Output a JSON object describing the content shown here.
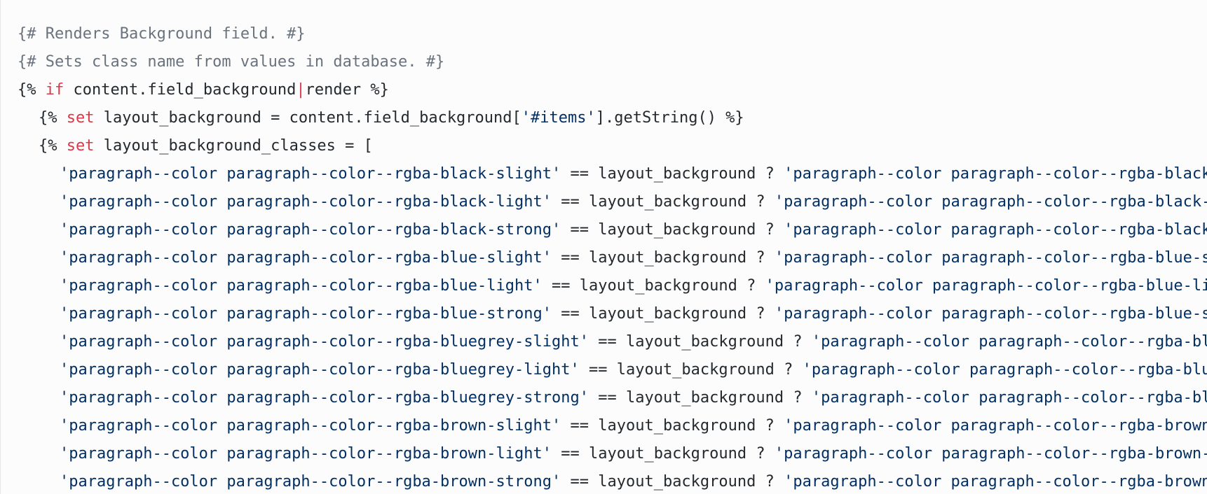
{
  "colors": {
    "background": "#fcfcfc",
    "comment": "#6a737d",
    "keyword": "#d73a49",
    "plain": "#24292e",
    "string": "#032f62"
  },
  "code": {
    "language": "twig",
    "line1": "{# Renders Background field. #}",
    "line2": "{# Sets class name from values in database. #}",
    "line3": {
      "open": "{% ",
      "kw": "if",
      "expr": " content.field_background",
      "pipe": "|",
      "filter": "render %}"
    },
    "line4": {
      "open": "{% ",
      "kw": "set",
      "expr": " layout_background = content.field_background[",
      "str": "'#items'",
      "close": "].getString() %}"
    },
    "line5": {
      "open": "{% ",
      "kw": "set",
      "expr": " layout_background_classes = ["
    },
    "rows": [
      {
        "cond": "'paragraph--color paragraph--color--rgba-black-slight'",
        "op": " == layout_background ? ",
        "result": "'paragraph--color paragraph--color--rgba-black-slight'"
      },
      {
        "cond": "'paragraph--color paragraph--color--rgba-black-light'",
        "op": " == layout_background ? ",
        "result": "'paragraph--color paragraph--color--rgba-black-light'"
      },
      {
        "cond": "'paragraph--color paragraph--color--rgba-black-strong'",
        "op": " == layout_background ? ",
        "result": "'paragraph--color paragraph--color--rgba-black-strong'"
      },
      {
        "cond": "'paragraph--color paragraph--color--rgba-blue-slight'",
        "op": " == layout_background ? ",
        "result": "'paragraph--color paragraph--color--rgba-blue-slight'"
      },
      {
        "cond": "'paragraph--color paragraph--color--rgba-blue-light'",
        "op": " == layout_background ? ",
        "result": "'paragraph--color paragraph--color--rgba-blue-light'"
      },
      {
        "cond": "'paragraph--color paragraph--color--rgba-blue-strong'",
        "op": " == layout_background ? ",
        "result": "'paragraph--color paragraph--color--rgba-blue-strong'"
      },
      {
        "cond": "'paragraph--color paragraph--color--rgba-bluegrey-slight'",
        "op": " == layout_background ? ",
        "result": "'paragraph--color paragraph--color--rgba-bluegrey-slight'"
      },
      {
        "cond": "'paragraph--color paragraph--color--rgba-bluegrey-light'",
        "op": " == layout_background ? ",
        "result": "'paragraph--color paragraph--color--rgba-bluegrey-light'"
      },
      {
        "cond": "'paragraph--color paragraph--color--rgba-bluegrey-strong'",
        "op": " == layout_background ? ",
        "result": "'paragraph--color paragraph--color--rgba-bluegrey-strong'"
      },
      {
        "cond": "'paragraph--color paragraph--color--rgba-brown-slight'",
        "op": " == layout_background ? ",
        "result": "'paragraph--color paragraph--color--rgba-brown-slight'"
      },
      {
        "cond": "'paragraph--color paragraph--color--rgba-brown-light'",
        "op": " == layout_background ? ",
        "result": "'paragraph--color paragraph--color--rgba-brown-light'"
      },
      {
        "cond": "'paragraph--color paragraph--color--rgba-brown-strong'",
        "op": " == layout_background ? ",
        "result": "'paragraph--color paragraph--color--rgba-brown-strong'"
      }
    ]
  }
}
